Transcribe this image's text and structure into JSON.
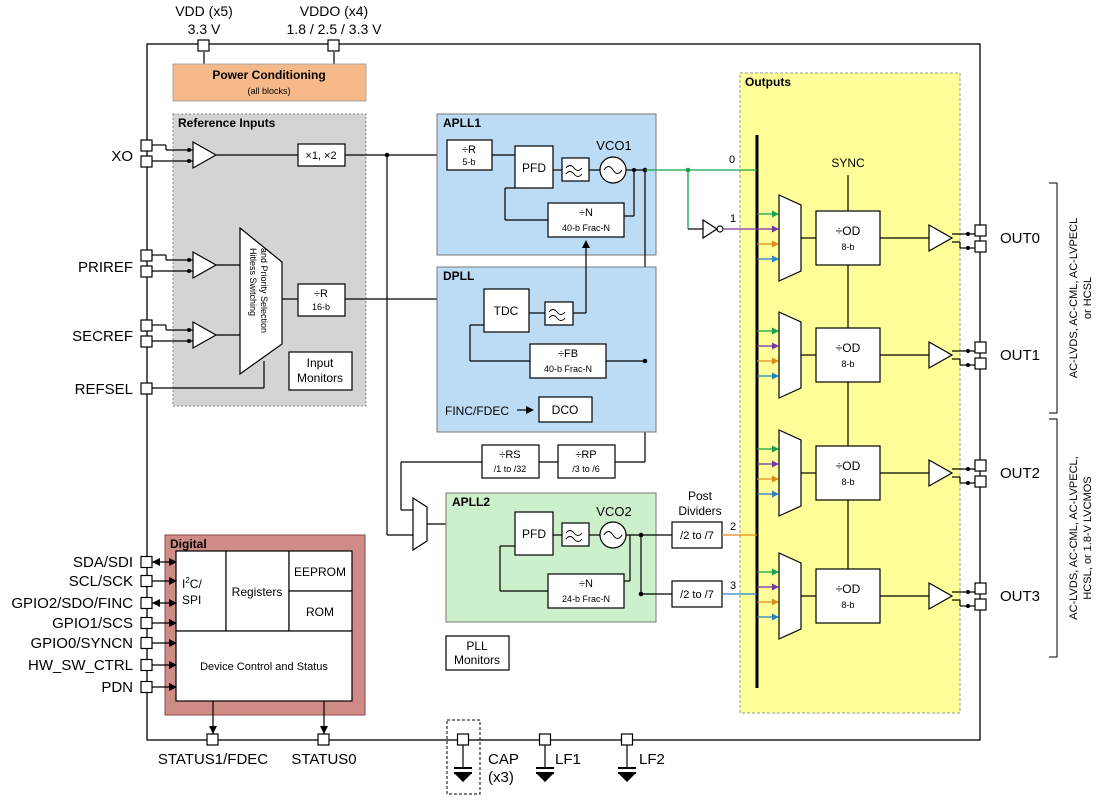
{
  "supplies": {
    "vdd_label": "VDD (x5)",
    "vdd_value": "3.3 V",
    "vddo_label": "VDDO (x4)",
    "vddo_value": "1.8 / 2.5 / 3.3 V"
  },
  "power": {
    "title": "Power Conditioning",
    "subtitle": "(all blocks)"
  },
  "reference_inputs": {
    "title": "Reference Inputs",
    "multiplier": "×1, ×2",
    "mux_label_1": "Hitless Switching",
    "mux_label_2": "and Priority Selection",
    "div_label": "÷R",
    "div_sub": "16-b",
    "monitors_1": "Input",
    "monitors_2": "Monitors"
  },
  "left_pins": {
    "xo": "XO",
    "priref": "PRIREF",
    "secref": "SECREF",
    "refsel": "REFSEL",
    "sda": "SDA/SDI",
    "scl": "SCL/SCK",
    "gpio2": "GPIO2/SDO/FINC",
    "gpio1": "GPIO1/SCS",
    "gpio0": "GPIO0/SYNCN",
    "hwsw": "HW_SW_CTRL",
    "pdn": "PDN"
  },
  "apll1": {
    "title": "APLL1",
    "r_label": "÷R",
    "r_sub": "5-b",
    "pfd": "PFD",
    "vco": "VCO1",
    "n_label": "÷N",
    "n_sub": "40-b Frac-N"
  },
  "dpll": {
    "title": "DPLL",
    "tdc": "TDC",
    "fb_label": "÷FB",
    "fb_sub": "40-b Frac-N",
    "finc": "FINC/FDEC",
    "dco": "DCO"
  },
  "dividers": {
    "rs_label": "÷RS",
    "rs_sub": "/1 to /32",
    "rp_label": "÷RP",
    "rp_sub": "/3 to /6"
  },
  "apll2": {
    "title": "APLL2",
    "pfd": "PFD",
    "vco": "VCO2",
    "n_label": "÷N",
    "n_sub": "24-b Frac-N"
  },
  "post_dividers": {
    "title_1": "Post",
    "title_2": "Dividers",
    "div_a": "/2 to /7",
    "div_b": "/2 to /7",
    "bus_2": "2",
    "bus_3": "3"
  },
  "pll_monitors": {
    "line1": "PLL",
    "line2": "Monitors"
  },
  "digital": {
    "title": "Digital",
    "i2c_1": "I",
    "i2c_sup": "2",
    "i2c_2": "C/",
    "spi": "SPI",
    "registers": "Registers",
    "eeprom": "EEPROM",
    "rom": "ROM",
    "control": "Device Control and Status"
  },
  "outputs": {
    "title": "Outputs",
    "sync": "SYNC",
    "bus_0": "0",
    "bus_1": "1",
    "mux_inputs": [
      "0",
      "1",
      "2",
      "3"
    ],
    "od_label": "÷OD",
    "od_sub": "8-b",
    "channels": [
      "OUT0",
      "OUT1",
      "OUT2",
      "OUT3"
    ],
    "format_a_1": "AC-LVDS, AC-CML, AC-LVPECL",
    "format_a_2": "or HCSL",
    "format_b_1": "AC-LVDS, AC-CML, AC-LVPECL,",
    "format_b_2": "HCSL, or 1.8-V LVCMOS"
  },
  "bottom_pins": {
    "status1": "STATUS1/FDEC",
    "status0": "STATUS0",
    "cap": "CAP",
    "cap_count": "(x3)",
    "lf1": "LF1",
    "lf2": "LF2"
  },
  "colors": {
    "power": "#f5b98a",
    "reference": "#d4d4d4",
    "apll1": "#bcdcf5",
    "apll2": "#cdf0cc",
    "outputs": "#ffff99",
    "digital": "#cf8b86",
    "green": "#17a34a",
    "purple": "#7a35a8",
    "orange": "#e08a1e",
    "blue": "#2a80c4"
  }
}
